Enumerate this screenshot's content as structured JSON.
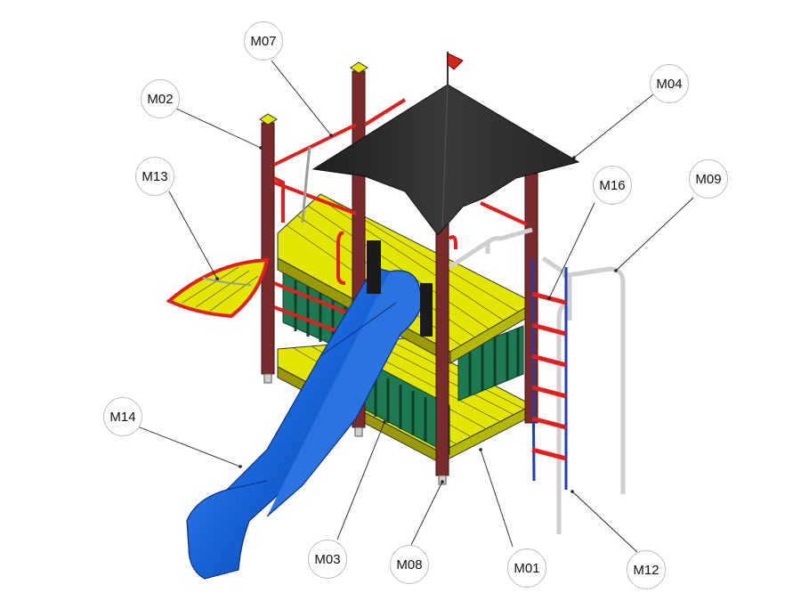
{
  "labels": {
    "m07": "M07",
    "m02": "M02",
    "m04": "M04",
    "m13": "M13",
    "m16": "M16",
    "m09": "M09",
    "m14": "M14",
    "m03": "M03",
    "m08": "M08",
    "m01": "M01",
    "m12": "M12"
  },
  "colors": {
    "deck": "#e3e600",
    "deck_edge": "#4a4a00",
    "post": "#7b2b2b",
    "rail": "#e0201c",
    "panel": "#1e7a52",
    "roof": "#2b2b2b",
    "slide": "#1763d8",
    "steel": "#d9d9d9",
    "ladder_side": "#1c3fb5"
  }
}
